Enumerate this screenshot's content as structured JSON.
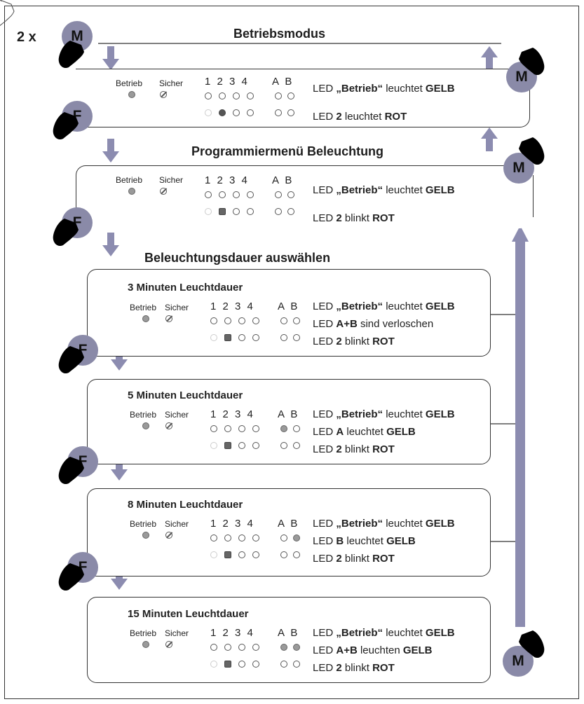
{
  "header": {
    "count": "2 x",
    "button": "M"
  },
  "sections": {
    "betriebsmodus": "Betriebsmodus",
    "programmiermenu": "Programmiermenü Beleuchtung",
    "auswahl": "Beleuchtungsdauer auswählen"
  },
  "buttons": {
    "m": "M",
    "f": "F"
  },
  "labels": {
    "betrieb": "Betrieb",
    "sicher": "Sicher",
    "digits": "1 2 3 4",
    "ab": "A B",
    "led": "LED"
  },
  "panels": [
    {
      "heading": "",
      "lines": [
        {
          "pre": "LED ",
          "b1": "„Betrieb“",
          "mid": " leuchtet ",
          "b2": "GELB"
        },
        {
          "pre": "",
          "b1": "",
          "mid": "",
          "b2": ""
        },
        {
          "pre": "LED ",
          "b1": "2",
          "mid": " leuchtet ",
          "b2": "ROT"
        }
      ]
    },
    {
      "heading": "",
      "lines": [
        {
          "pre": "LED ",
          "b1": "„Betrieb“",
          "mid": " leuchtet ",
          "b2": "GELB"
        },
        {
          "pre": "",
          "b1": "",
          "mid": "",
          "b2": ""
        },
        {
          "pre": "LED ",
          "b1": "2",
          "mid": " blinkt ",
          "b2": "ROT"
        }
      ]
    },
    {
      "heading": "3 Minuten Leuchtdauer",
      "lines": [
        {
          "pre": "LED ",
          "b1": "„Betrieb“",
          "mid": " leuchtet ",
          "b2": "GELB"
        },
        {
          "pre": "LED ",
          "b1": "A+B",
          "mid": " sind verloschen",
          "b2": ""
        },
        {
          "pre": "LED ",
          "b1": "2",
          "mid": " blinkt ",
          "b2": "ROT"
        }
      ]
    },
    {
      "heading": "5 Minuten Leuchtdauer",
      "lines": [
        {
          "pre": "LED ",
          "b1": "„Betrieb“",
          "mid": " leuchtet ",
          "b2": "GELB"
        },
        {
          "pre": "LED ",
          "b1": "A",
          "mid": " leuchtet ",
          "b2": "GELB"
        },
        {
          "pre": "LED ",
          "b1": "2",
          "mid": " blinkt ",
          "b2": "ROT"
        }
      ]
    },
    {
      "heading": "8 Minuten Leuchtdauer",
      "lines": [
        {
          "pre": "LED ",
          "b1": "„Betrieb“",
          "mid": " leuchtet ",
          "b2": "GELB"
        },
        {
          "pre": "LED ",
          "b1": "B",
          "mid": " leuchtet ",
          "b2": "GELB"
        },
        {
          "pre": "LED ",
          "b1": "2",
          "mid": " blinkt ",
          "b2": "ROT"
        }
      ]
    },
    {
      "heading": "15 Minuten Leuchtdauer",
      "lines": [
        {
          "pre": "LED ",
          "b1": "„Betrieb“",
          "mid": " leuchtet ",
          "b2": "GELB"
        },
        {
          "pre": "LED ",
          "b1": "A+B",
          "mid": " leuchten ",
          "b2": "GELB"
        },
        {
          "pre": "LED ",
          "b1": "2",
          "mid": " blinkt ",
          "b2": "ROT"
        }
      ]
    }
  ],
  "colors": {
    "arrow": "#8c8cb0",
    "button": "#8a8aa8",
    "frame": "#333333"
  }
}
